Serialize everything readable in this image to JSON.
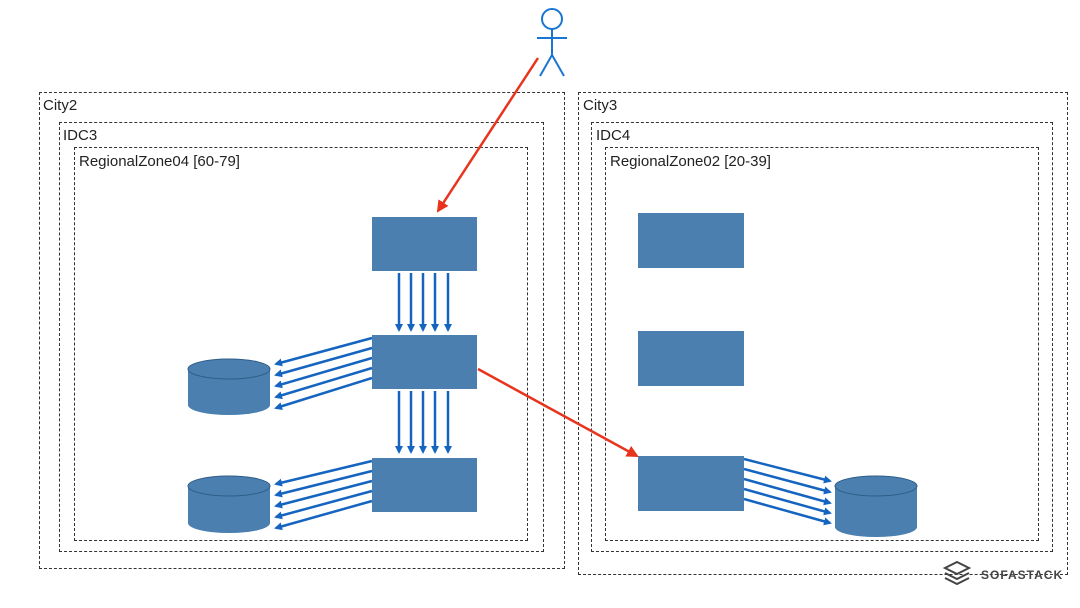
{
  "regions": {
    "city2": {
      "label": "City2"
    },
    "idc3": {
      "label": "IDC3"
    },
    "zone04": {
      "label": "RegionalZone04 [60-79]"
    },
    "city3": {
      "label": "City3"
    },
    "idc4": {
      "label": "IDC4"
    },
    "zone02": {
      "label": "RegionalZone02 [20-39]"
    }
  },
  "colors": {
    "box": "#4a7fb0",
    "blue_arrow": "#1565c0",
    "red_arrow": "#e8341c",
    "actor": "#1976d2"
  },
  "icons": {
    "actor": "stick-figure-user-icon",
    "logo": "sofastack-logo-icon"
  },
  "logo": {
    "text": "SOFASTACK"
  }
}
